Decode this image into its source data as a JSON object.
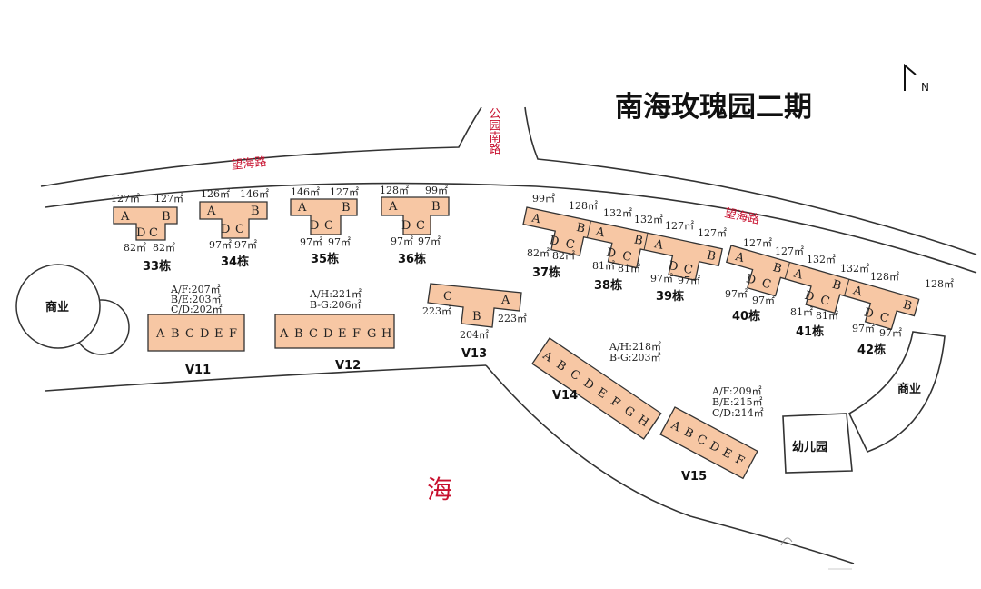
{
  "title": "南海玫瑰园二期",
  "north_label": "N",
  "roads": {
    "main": "望海路",
    "park_south": "公园南路"
  },
  "sea_label": "海",
  "facilities": {
    "commercial": "商业",
    "kindergarten": "幼儿园"
  },
  "buildings": {
    "b33": {
      "name": "33栋",
      "a1": "127㎡",
      "a2": "127㎡",
      "a3": "82㎡",
      "a4": "82㎡"
    },
    "b34": {
      "name": "34栋",
      "a1": "126㎡",
      "a2": "146㎡",
      "a3": "97㎡",
      "a4": "97㎡"
    },
    "b35": {
      "name": "35栋",
      "a1": "146㎡",
      "a2": "127㎡",
      "a3": "97㎡",
      "a4": "97㎡"
    },
    "b36": {
      "name": "36栋",
      "a1": "128㎡",
      "a2": "99㎡",
      "a3": "97㎡",
      "a4": "97㎡"
    },
    "b37": {
      "name": "37栋",
      "a1": "99㎡",
      "a2": "128㎡",
      "a3": "82㎡",
      "a4": "82㎡"
    },
    "b38": {
      "name": "38栋",
      "a1": "132㎡",
      "a2": "81㎡",
      "a3": "81㎡"
    },
    "b39": {
      "name": "39栋",
      "a1": "132㎡",
      "a2": "127㎡",
      "a3": "127㎡",
      "a4": "97㎡",
      "a5": "97㎡"
    },
    "b40": {
      "name": "40栋",
      "a1": "127㎡",
      "a2": "127㎡",
      "a3": "97㎡",
      "a4": "97㎡"
    },
    "b41": {
      "name": "41栋",
      "a1": "132㎡",
      "a2": "81㎡",
      "a3": "81㎡"
    },
    "b42": {
      "name": "42栋",
      "a1": "132㎡",
      "a2": "128㎡",
      "a3": "128㎡",
      "a4": "97㎡",
      "a5": "97㎡"
    }
  },
  "villas": {
    "v11": {
      "name": "V11",
      "letters": [
        "A",
        "B",
        "C",
        "D",
        "E",
        "F"
      ],
      "areas": [
        "A/F:207㎡",
        "B/E:203㎡",
        "C/D:202㎡"
      ]
    },
    "v12": {
      "name": "V12",
      "letters": [
        "A",
        "B",
        "C",
        "D",
        "E",
        "F",
        "G",
        "H"
      ],
      "areas": [
        "A/H:221㎡",
        "B-G:206㎡"
      ]
    },
    "v13": {
      "name": "V13",
      "letters": [
        "C",
        "A",
        "B"
      ],
      "areas": [
        "223㎡",
        "223㎡",
        "204㎡"
      ]
    },
    "v14": {
      "name": "V14",
      "letters": [
        "A",
        "B",
        "C",
        "D",
        "E",
        "F",
        "G",
        "H"
      ],
      "areas": [
        "A/H:218㎡",
        "B-G:203㎡"
      ]
    },
    "v15": {
      "name": "V15",
      "letters": [
        "A",
        "B",
        "C",
        "D",
        "E",
        "F"
      ],
      "areas": [
        "A/F:209㎡",
        "B/E:215㎡",
        "C/D:214㎡"
      ]
    }
  }
}
